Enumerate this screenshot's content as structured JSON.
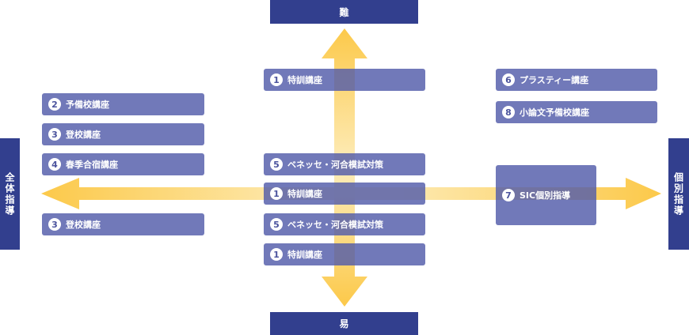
{
  "axis": {
    "top": "難",
    "bottom": "易",
    "left": "全体指導",
    "right": "個別指導"
  },
  "courses": {
    "c1": {
      "num": "1",
      "label": "特訓講座"
    },
    "c2": {
      "num": "2",
      "label": "予備校講座"
    },
    "c3": {
      "num": "3",
      "label": "登校講座"
    },
    "c4": {
      "num": "4",
      "label": "春季合宿講座"
    },
    "c5": {
      "num": "5",
      "label": "ベネッセ・河合模試対策"
    },
    "c6": {
      "num": "6",
      "label": "プラスティー講座"
    },
    "c7": {
      "num": "7",
      "label": "SIC個別指導"
    },
    "c8": {
      "num": "8",
      "label": "小論文予備校講座"
    }
  },
  "colors": {
    "axis_box": "#323f8e",
    "course_box": "#525baa",
    "arrow": "#fcc94a"
  }
}
